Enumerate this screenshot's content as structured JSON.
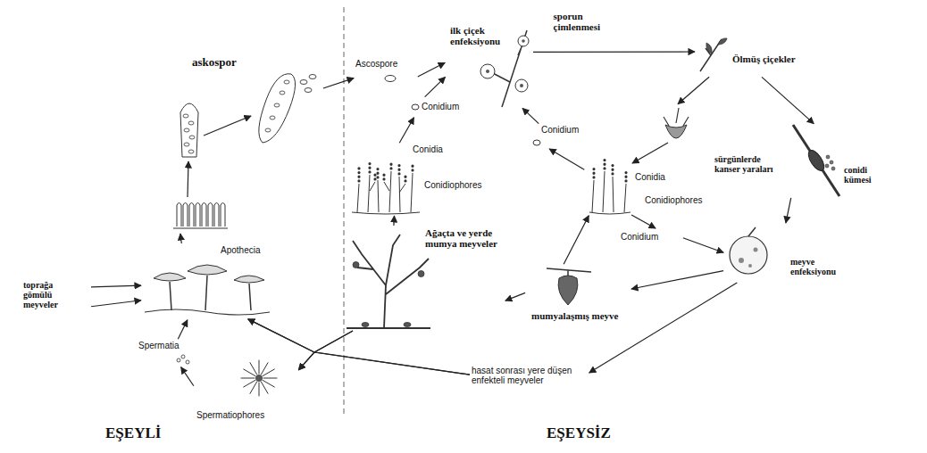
{
  "diagram": {
    "nodes": [
      {
        "text": [
          "askospor"
        ]
      },
      {
        "text": [
          "Ascospore"
        ]
      },
      {
        "text": [
          "ilk çiçek enfeksiyonu"
        ]
      },
      {
        "text": [
          "Ölmüş çiçekler"
        ]
      },
      {
        "text": [
          "Conidium"
        ]
      },
      {
        "text": [
          "Conidia",
          "Conidiophores"
        ]
      },
      {
        "text": [
          "Conidium"
        ]
      },
      {
        "text": [
          "Conidia",
          "Conidiophores"
        ]
      },
      {
        "text": [
          "sürgünlerde kanser yaraları",
          "conidi kümesi"
        ]
      },
      {
        "text": [
          "Conidium"
        ]
      },
      {
        "text": [
          "meyve enfeksiyonu"
        ]
      },
      {
        "text": [
          "Ağaçta ve yerde mumya meyveler"
        ]
      },
      {
        "text": [
          "mumyalaşmış meyve"
        ]
      },
      {
        "text": [
          "hasat sonrası yere düşen enfekteli meyveler"
        ]
      },
      {
        "text": [
          "toprağa gömülü meyveler"
        ]
      },
      {
        "text": [
          "Apothecia"
        ]
      },
      {
        "text": [
          "Spermatia"
        ]
      },
      {
        "text": [
          "Spermatiophores"
        ]
      }
    ],
    "edges": [
      {
        "from": 0,
        "to": 1,
        "arrow": "to"
      },
      {
        "from": 1,
        "to": 2,
        "arrow": "to"
      },
      {
        "from": 2,
        "to": 3,
        "label": "sporun çimlenmesi",
        "arrow": "to"
      },
      {
        "from": 5,
        "to": 4,
        "arrow": "to"
      },
      {
        "from": 4,
        "to": 2,
        "arrow": "to"
      },
      {
        "from": 11,
        "to": 5,
        "arrow": "to"
      },
      {
        "from": 7,
        "to": 6,
        "arrow": "to"
      },
      {
        "from": 6,
        "to": 2,
        "arrow": "to"
      },
      {
        "from": 3,
        "to": 7,
        "arrow": "to"
      },
      {
        "from": 3,
        "to": 8,
        "arrow": "to"
      },
      {
        "from": 8,
        "to": 10,
        "arrow": "to"
      },
      {
        "from": 7,
        "to": 9,
        "arrow": "to"
      },
      {
        "from": 9,
        "to": 10,
        "arrow": "to"
      },
      {
        "from": 10,
        "to": 12,
        "arrow": "to"
      },
      {
        "from": 12,
        "to": 7,
        "arrow": "to"
      },
      {
        "from": 12,
        "to": 11,
        "arrow": "to"
      },
      {
        "from": 10,
        "to": 13,
        "arrow": "to"
      },
      {
        "from": 13,
        "to": 15,
        "arrow": "to"
      },
      {
        "from": 13,
        "to": 17,
        "arrow": "to"
      },
      {
        "from": 11,
        "to": 15,
        "arrow": "to"
      },
      {
        "from": 11,
        "to": 17,
        "arrow": "to"
      },
      {
        "from": 14,
        "to": 15,
        "arrow": "to"
      },
      {
        "from": 14,
        "to": 15,
        "arrow": "to"
      },
      {
        "from": 15,
        "to": 0,
        "arrow": "to"
      },
      {
        "from": 16,
        "to": 15,
        "arrow": "to"
      },
      {
        "from": 17,
        "to": 16,
        "arrow": "to"
      }
    ],
    "labels": [
      "EŞEYLİ",
      "EŞEYSİZ"
    ]
  }
}
